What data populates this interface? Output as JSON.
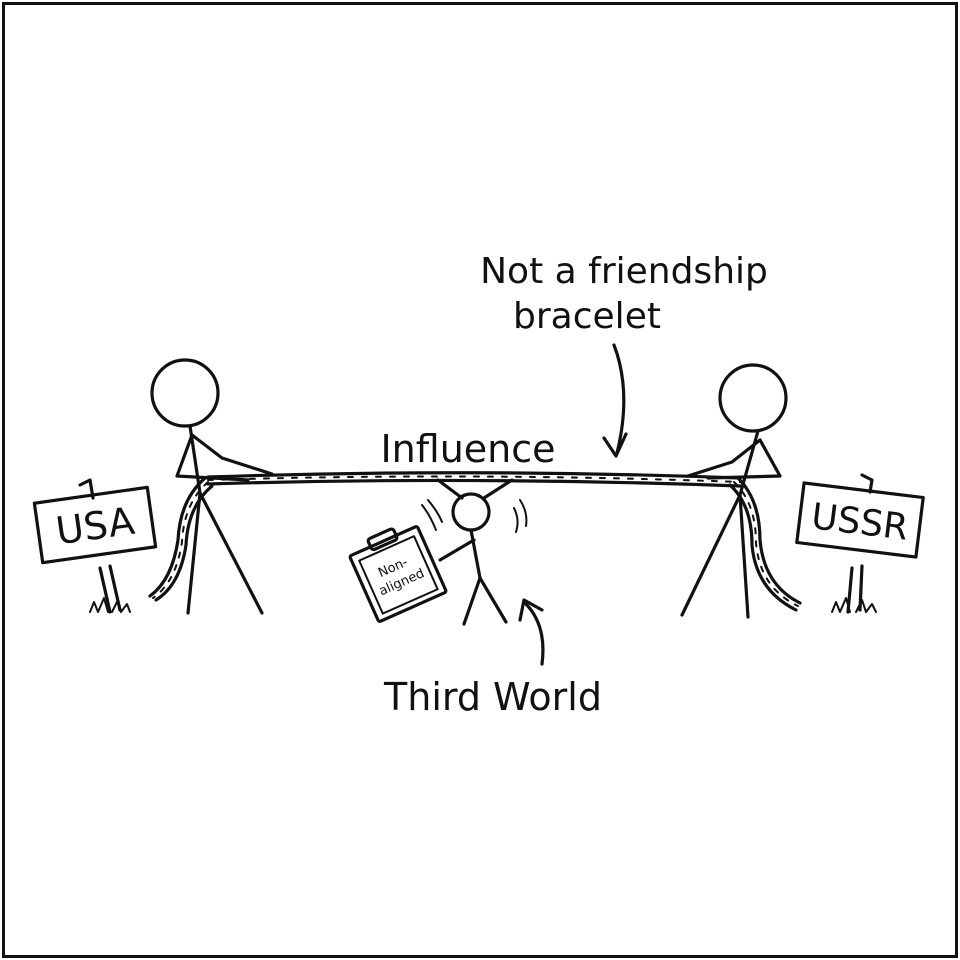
{
  "labels": {
    "rope": "Influence",
    "bracelet_line1": "Not a friendship",
    "bracelet_line2": "bracelet",
    "third_world": "Third World"
  },
  "signs": {
    "left": "USA",
    "right": "USSR"
  },
  "clipboard": {
    "line1": "Non-",
    "line2": "aligned"
  },
  "colors": {
    "ink": "#111111",
    "paper": "#ffffff"
  }
}
